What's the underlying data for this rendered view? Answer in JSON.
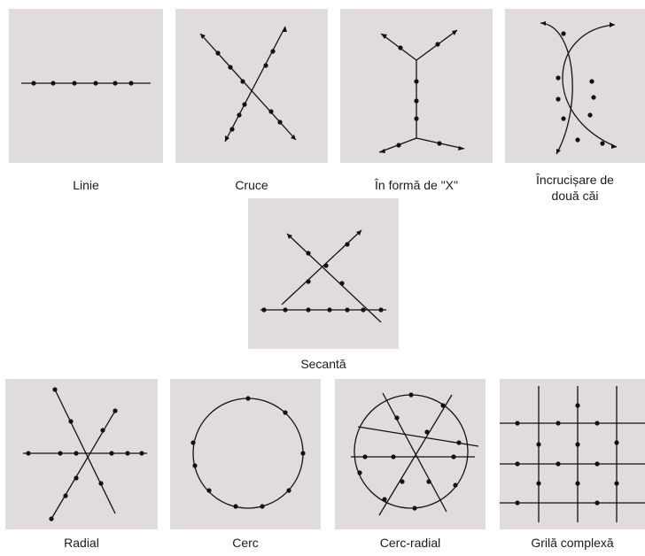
{
  "colors": {
    "panel_bg": "#e0dcdc",
    "line": "#111111"
  },
  "captions": {
    "linie": "Linie",
    "cruce": "Cruce",
    "forma_x": "În formă de \"X\"",
    "incrucisare_1": "Încrucișare de",
    "incrucisare_2": "două căi",
    "secanta": "Secantă",
    "radial": "Radial",
    "cerc": "Cerc",
    "cerc_radial": "Cerc-radial",
    "grila": "Grilă complexă"
  }
}
